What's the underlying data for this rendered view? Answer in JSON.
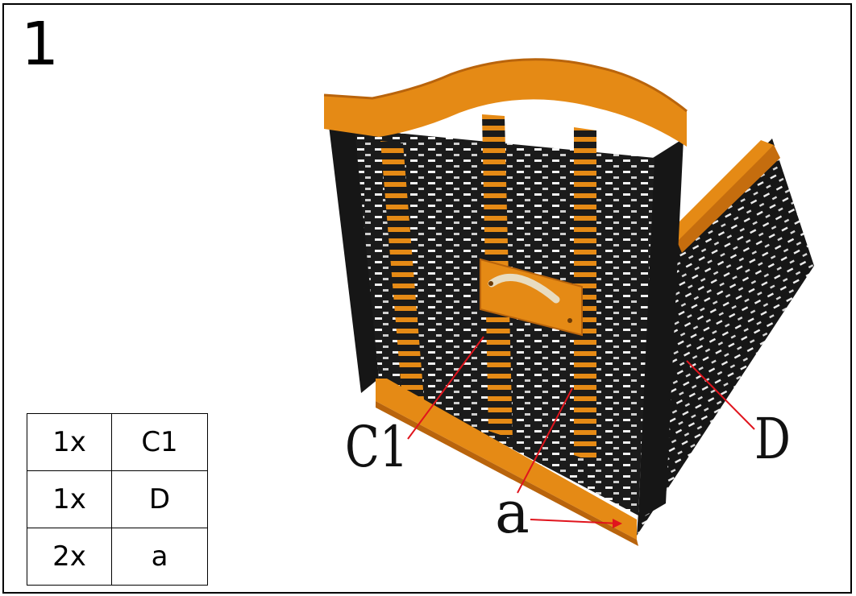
{
  "step": {
    "number": "1"
  },
  "parts": [
    {
      "qty": "1x",
      "part": "C1"
    },
    {
      "qty": "1x",
      "part": "D"
    },
    {
      "qty": "2x",
      "part": "a"
    }
  ],
  "callouts": {
    "c1": "C1",
    "d": "D",
    "a": "a"
  },
  "colors": {
    "wood": "#e58a15",
    "wood_dark": "#b9640c",
    "weave_dark": "#1a1a1a",
    "arrow": "#e0141d"
  }
}
